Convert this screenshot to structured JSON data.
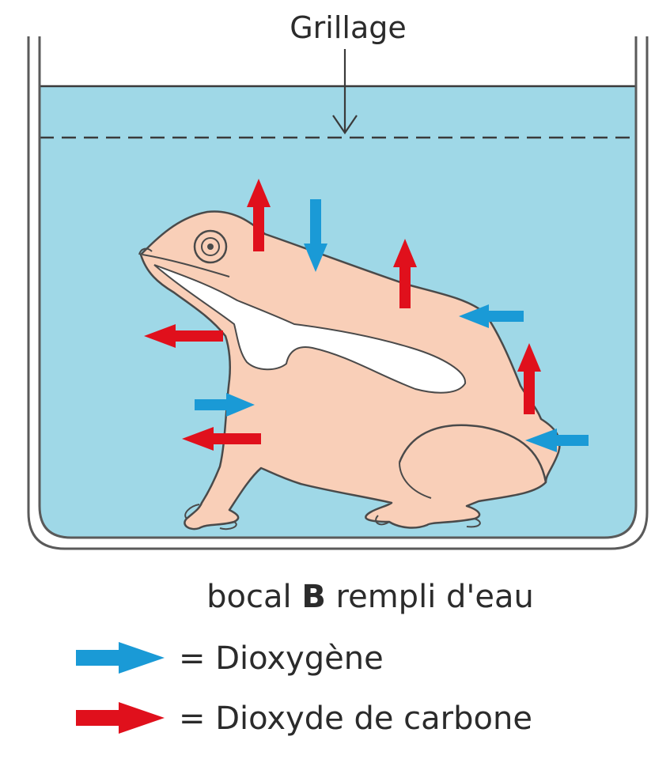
{
  "labels": {
    "grillage": "Grillage",
    "caption_prefix": "bocal ",
    "caption_letter": "B",
    "caption_suffix": " rempli d'eau"
  },
  "legend": {
    "items": [
      {
        "label": "= Dioxygène",
        "color": "#1a9ad6"
      },
      {
        "label": "= Dioxyde de carbone",
        "color": "#e0101c"
      }
    ]
  },
  "colors": {
    "water": "#9fd8e7",
    "frog_skin": "#f9cfb8",
    "frog_belly": "#ffffff",
    "outline": "#4a4a4a",
    "dioxygen_arrow": "#1a9ad6",
    "co2_arrow": "#e0101c"
  }
}
